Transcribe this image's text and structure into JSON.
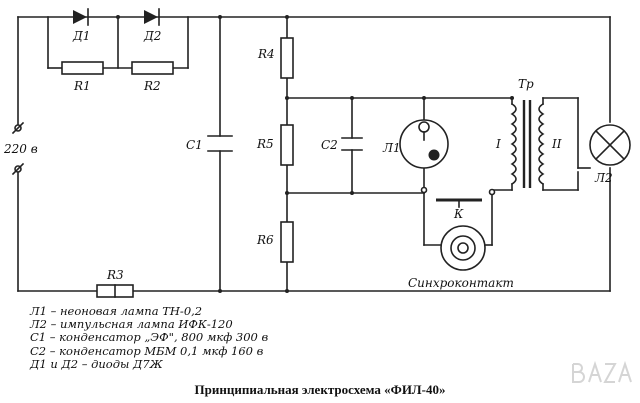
{
  "labels": {
    "d1": "Д1",
    "d2": "Д2",
    "r1": "R1",
    "r2": "R2",
    "r3": "R3",
    "r4": "R4",
    "r5": "R5",
    "r6": "R6",
    "c1": "C1",
    "c2": "C2",
    "l1": "Л1",
    "l2": "Л2",
    "tr": "Тр",
    "winding1": "I",
    "winding2": "II",
    "k": "К",
    "voltage": "220 в",
    "sync": "Синхроконтакт"
  },
  "legend": [
    "Л1 – неоновая лампа ТН-0,2",
    "Л2 – импульсная лампа ИФК-120",
    "С1 – конденсатор „ЭФ\", 800 мкф 300 в",
    "С2 – конденсатор МБМ 0,1 мкф 160 в",
    "Д1 и Д2 – диоды Д7Ж"
  ],
  "caption": "Принципиальная электросхема «ФИЛ-40»",
  "watermark_icon": "bazar-logo-icon"
}
